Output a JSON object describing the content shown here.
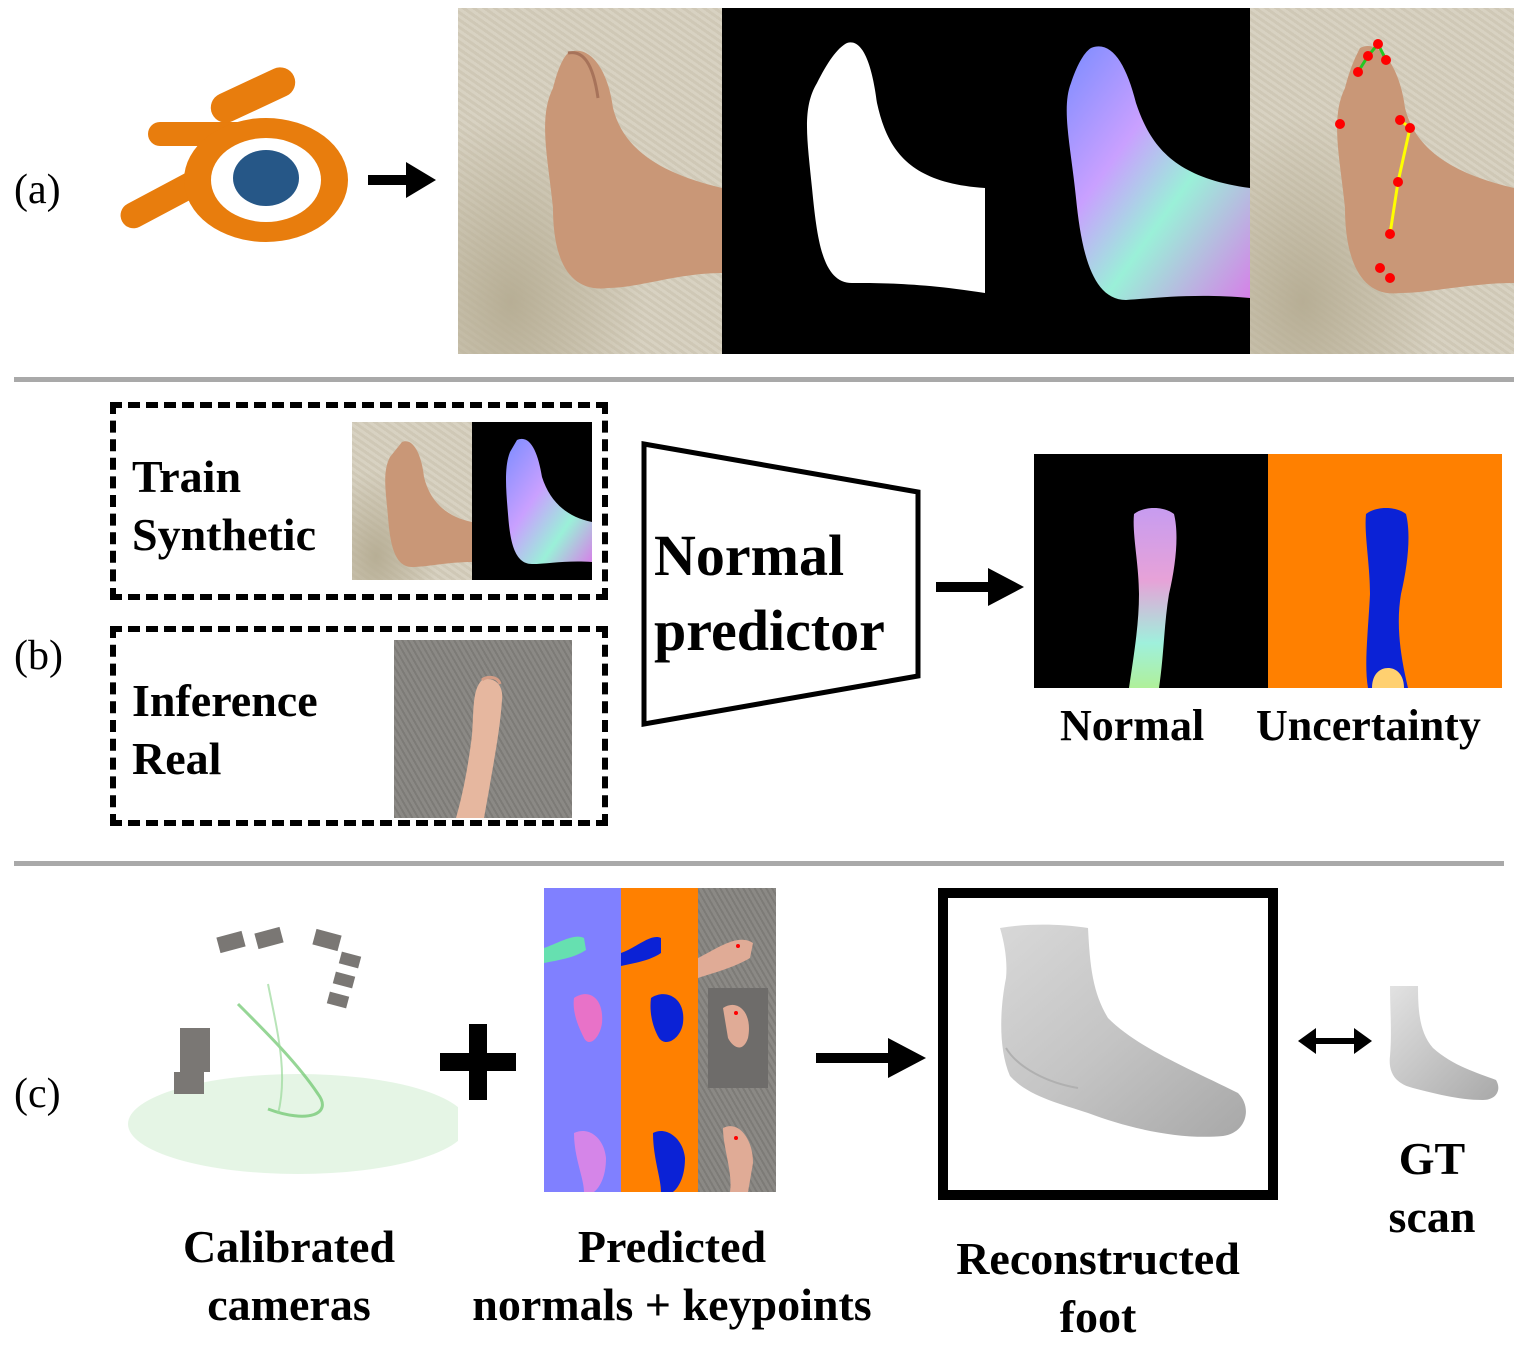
{
  "sections": {
    "a": {
      "label": "(a)"
    },
    "b": {
      "label": "(b)",
      "train_label": "Train\nSynthetic",
      "inference_label": "Inference\nReal",
      "network_label": "Normal\npredictor",
      "output_labels": [
        "Normal",
        "Uncertainty"
      ]
    },
    "c": {
      "label": "(c)",
      "calibrated_label": "Calibrated\ncameras",
      "predicted_label": "Predicted\nnormals + keypoints",
      "reconstructed_label": "Reconstructed\nfoot",
      "gt_label": "GT\nscan"
    }
  },
  "colors": {
    "blender_orange": "#e87d0d",
    "blender_blue": "#265787",
    "separator": "#a9a9a9",
    "uncertainty_bg": "#ff8000",
    "normal_bg": "#8080ff",
    "keypoint": "#ff0000",
    "keypoint_line": "#ffff00",
    "keypoint_green": "#22c822"
  },
  "icons": [
    "blender-logo-icon",
    "arrow-right-icon",
    "plus-icon",
    "double-arrow-icon"
  ]
}
